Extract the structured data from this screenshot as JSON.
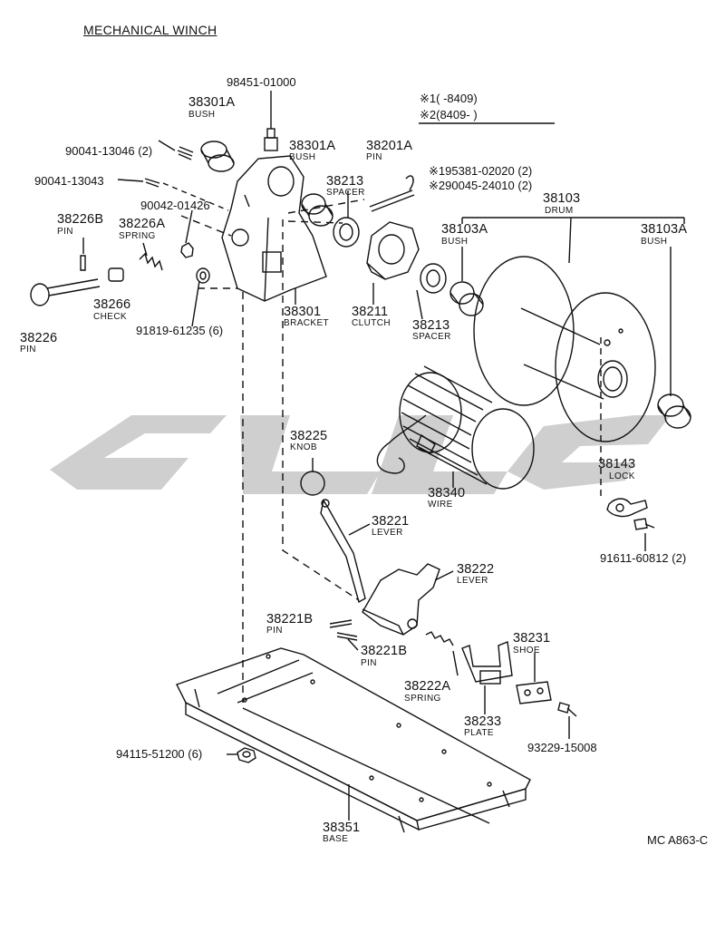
{
  "title": "MECHANICAL WINCH",
  "legend": {
    "line1_mark": "※1",
    "line1_range": "(      -8409)",
    "line2_mark": "※2",
    "line2_range": "(8409-        )"
  },
  "parts": {
    "p_98451": {
      "number": "98451-01000"
    },
    "p_38301A_a": {
      "number": "38301A",
      "name": "BUSH"
    },
    "p_38301A_b": {
      "number": "38301A",
      "name": "BUSH"
    },
    "p_38201A": {
      "number": "38201A",
      "name": "PIN"
    },
    "p_195381": {
      "number": "※195381-02020 (2)"
    },
    "p_290045": {
      "number": "※290045-24010 (2)"
    },
    "p_90041_13046": {
      "number": "90041-13046 (2)"
    },
    "p_90041_13043": {
      "number": "90041-13043"
    },
    "p_38213_a": {
      "number": "38213",
      "name": "SPACER"
    },
    "p_38213_b": {
      "number": "38213",
      "name": "SPACER"
    },
    "p_38103": {
      "number": "38103",
      "name": "DRUM"
    },
    "p_38103A_a": {
      "number": "38103A",
      "name": "BUSH"
    },
    "p_38103A_b": {
      "number": "38103A",
      "name": "BUSH"
    },
    "p_90042": {
      "number": "90042-01426"
    },
    "p_38226B": {
      "number": "38226B",
      "name": "PIN"
    },
    "p_38226A": {
      "number": "38226A",
      "name": "SPRING"
    },
    "p_38266": {
      "number": "38266",
      "name": "CHECK"
    },
    "p_38226": {
      "number": "38226",
      "name": "PIN"
    },
    "p_38301": {
      "number": "38301",
      "name": "BRACKET"
    },
    "p_38211": {
      "number": "38211",
      "name": "CLUTCH"
    },
    "p_91819": {
      "number": "91819-61235 (6)"
    },
    "p_38225": {
      "number": "38225",
      "name": "KNOB"
    },
    "p_38340": {
      "number": "38340",
      "name": "WIRE"
    },
    "p_38143": {
      "number": "38143",
      "name": "LOCK"
    },
    "p_91611": {
      "number": "91611-60812 (2)"
    },
    "p_38221": {
      "number": "38221",
      "name": "LEVER"
    },
    "p_38222": {
      "number": "38222",
      "name": "LEVER"
    },
    "p_38221B_a": {
      "number": "38221B",
      "name": "PIN"
    },
    "p_38221B_b": {
      "number": "38221B",
      "name": "PIN"
    },
    "p_38222A": {
      "number": "38222A",
      "name": "SPRING"
    },
    "p_38231": {
      "number": "38231",
      "name": "SHOE"
    },
    "p_38233": {
      "number": "38233",
      "name": "PLATE"
    },
    "p_93229": {
      "number": "93229-15008"
    },
    "p_94115": {
      "number": "94115-51200 (6)"
    },
    "p_38351": {
      "number": "38351",
      "name": "BASE"
    }
  },
  "diagram_code": "MC A863-C",
  "colors": {
    "ink": "#111111",
    "watermark": "#cfcfcf"
  }
}
